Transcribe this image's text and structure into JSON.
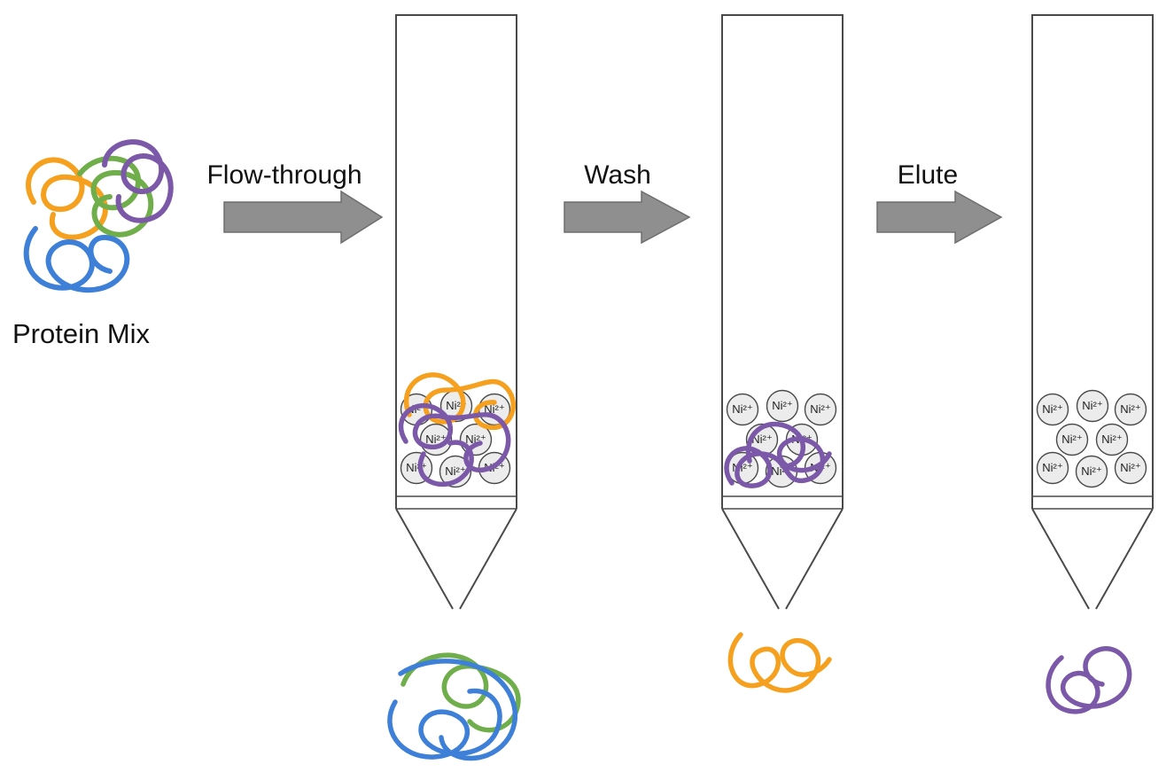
{
  "labels": {
    "protein_mix": "Protein Mix",
    "steps": [
      "Flow-through",
      "Wash",
      "Elute"
    ],
    "bead": "Ni²⁺"
  },
  "colors": {
    "orange": "#F5A01E",
    "purple": "#7B58A8",
    "blue": "#3E7FD8",
    "green": "#6FAE4A",
    "arrow": "#8F8F8F",
    "bead_fill": "#ECECEC"
  },
  "proteins": {
    "mix": [
      "orange",
      "green",
      "blue",
      "purple"
    ],
    "bound_in_column": [
      [
        "orange",
        "purple"
      ],
      [
        "purple"
      ],
      []
    ],
    "released_below_column": [
      [
        "blue",
        "green"
      ],
      [
        "orange"
      ],
      [
        "purple"
      ]
    ]
  },
  "bead_count_per_column": 8
}
